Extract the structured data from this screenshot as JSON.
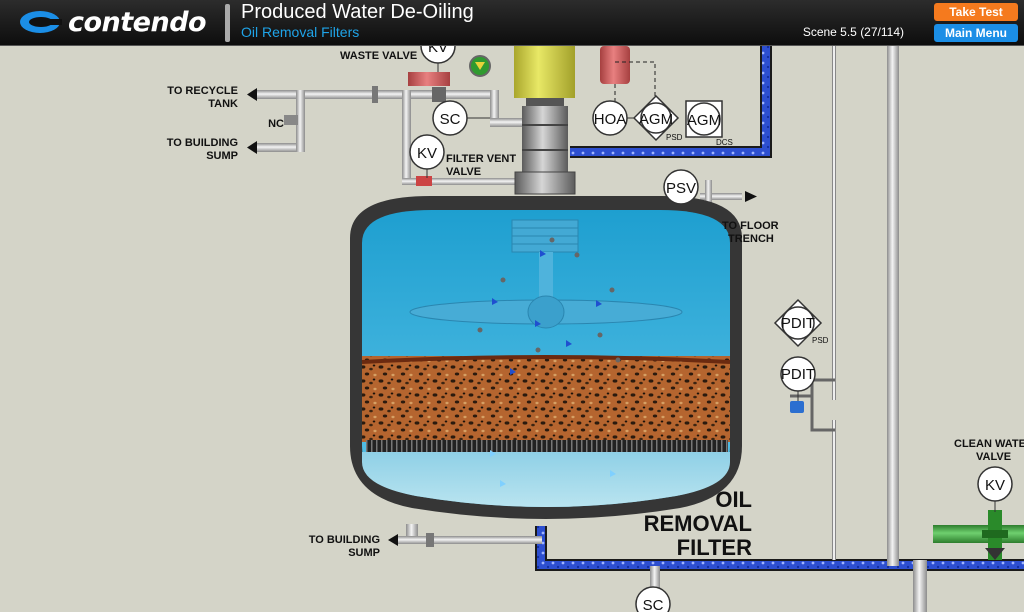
{
  "header": {
    "logo_text": "contendo",
    "title": "Produced Water De-Oiling",
    "subtitle": "Oil Removal Filters",
    "scene": "Scene 5.5 (27/114)",
    "take_test_label": "Take Test",
    "main_menu_label": "Main Menu"
  },
  "labels": {
    "waste_valve": "WASTE VALVE",
    "recycle_1": "TO RECYCLE",
    "recycle_2": "TANK",
    "nc": "NC",
    "building_1": "TO BUILDING",
    "building_2": "SUMP",
    "filter_vent_1": "FILTER VENT",
    "filter_vent_2": "VALVE",
    "floor_1": "TO FLOOR",
    "floor_2": "TRENCH",
    "sump2_1": "TO BUILDING",
    "sump2_2": "SUMP",
    "clean_1": "CLEAN WATER",
    "clean_2": "VALVE",
    "filter_1": "OIL",
    "filter_2": "REMOVAL",
    "filter_3": "FILTER",
    "psd_1": "PSD",
    "dcs": "DCS",
    "psd_2": "PSD"
  },
  "instruments": {
    "kv_waste": "KV",
    "sc_top": "SC",
    "kv_vent": "KV",
    "hoa": "HOA",
    "agm_1": "AGM",
    "agm_2": "AGM",
    "psv": "PSV",
    "pdit_1": "PDIT",
    "pdit_2": "PDIT",
    "kv_clean": "KV",
    "sc_bottom": "SC"
  }
}
